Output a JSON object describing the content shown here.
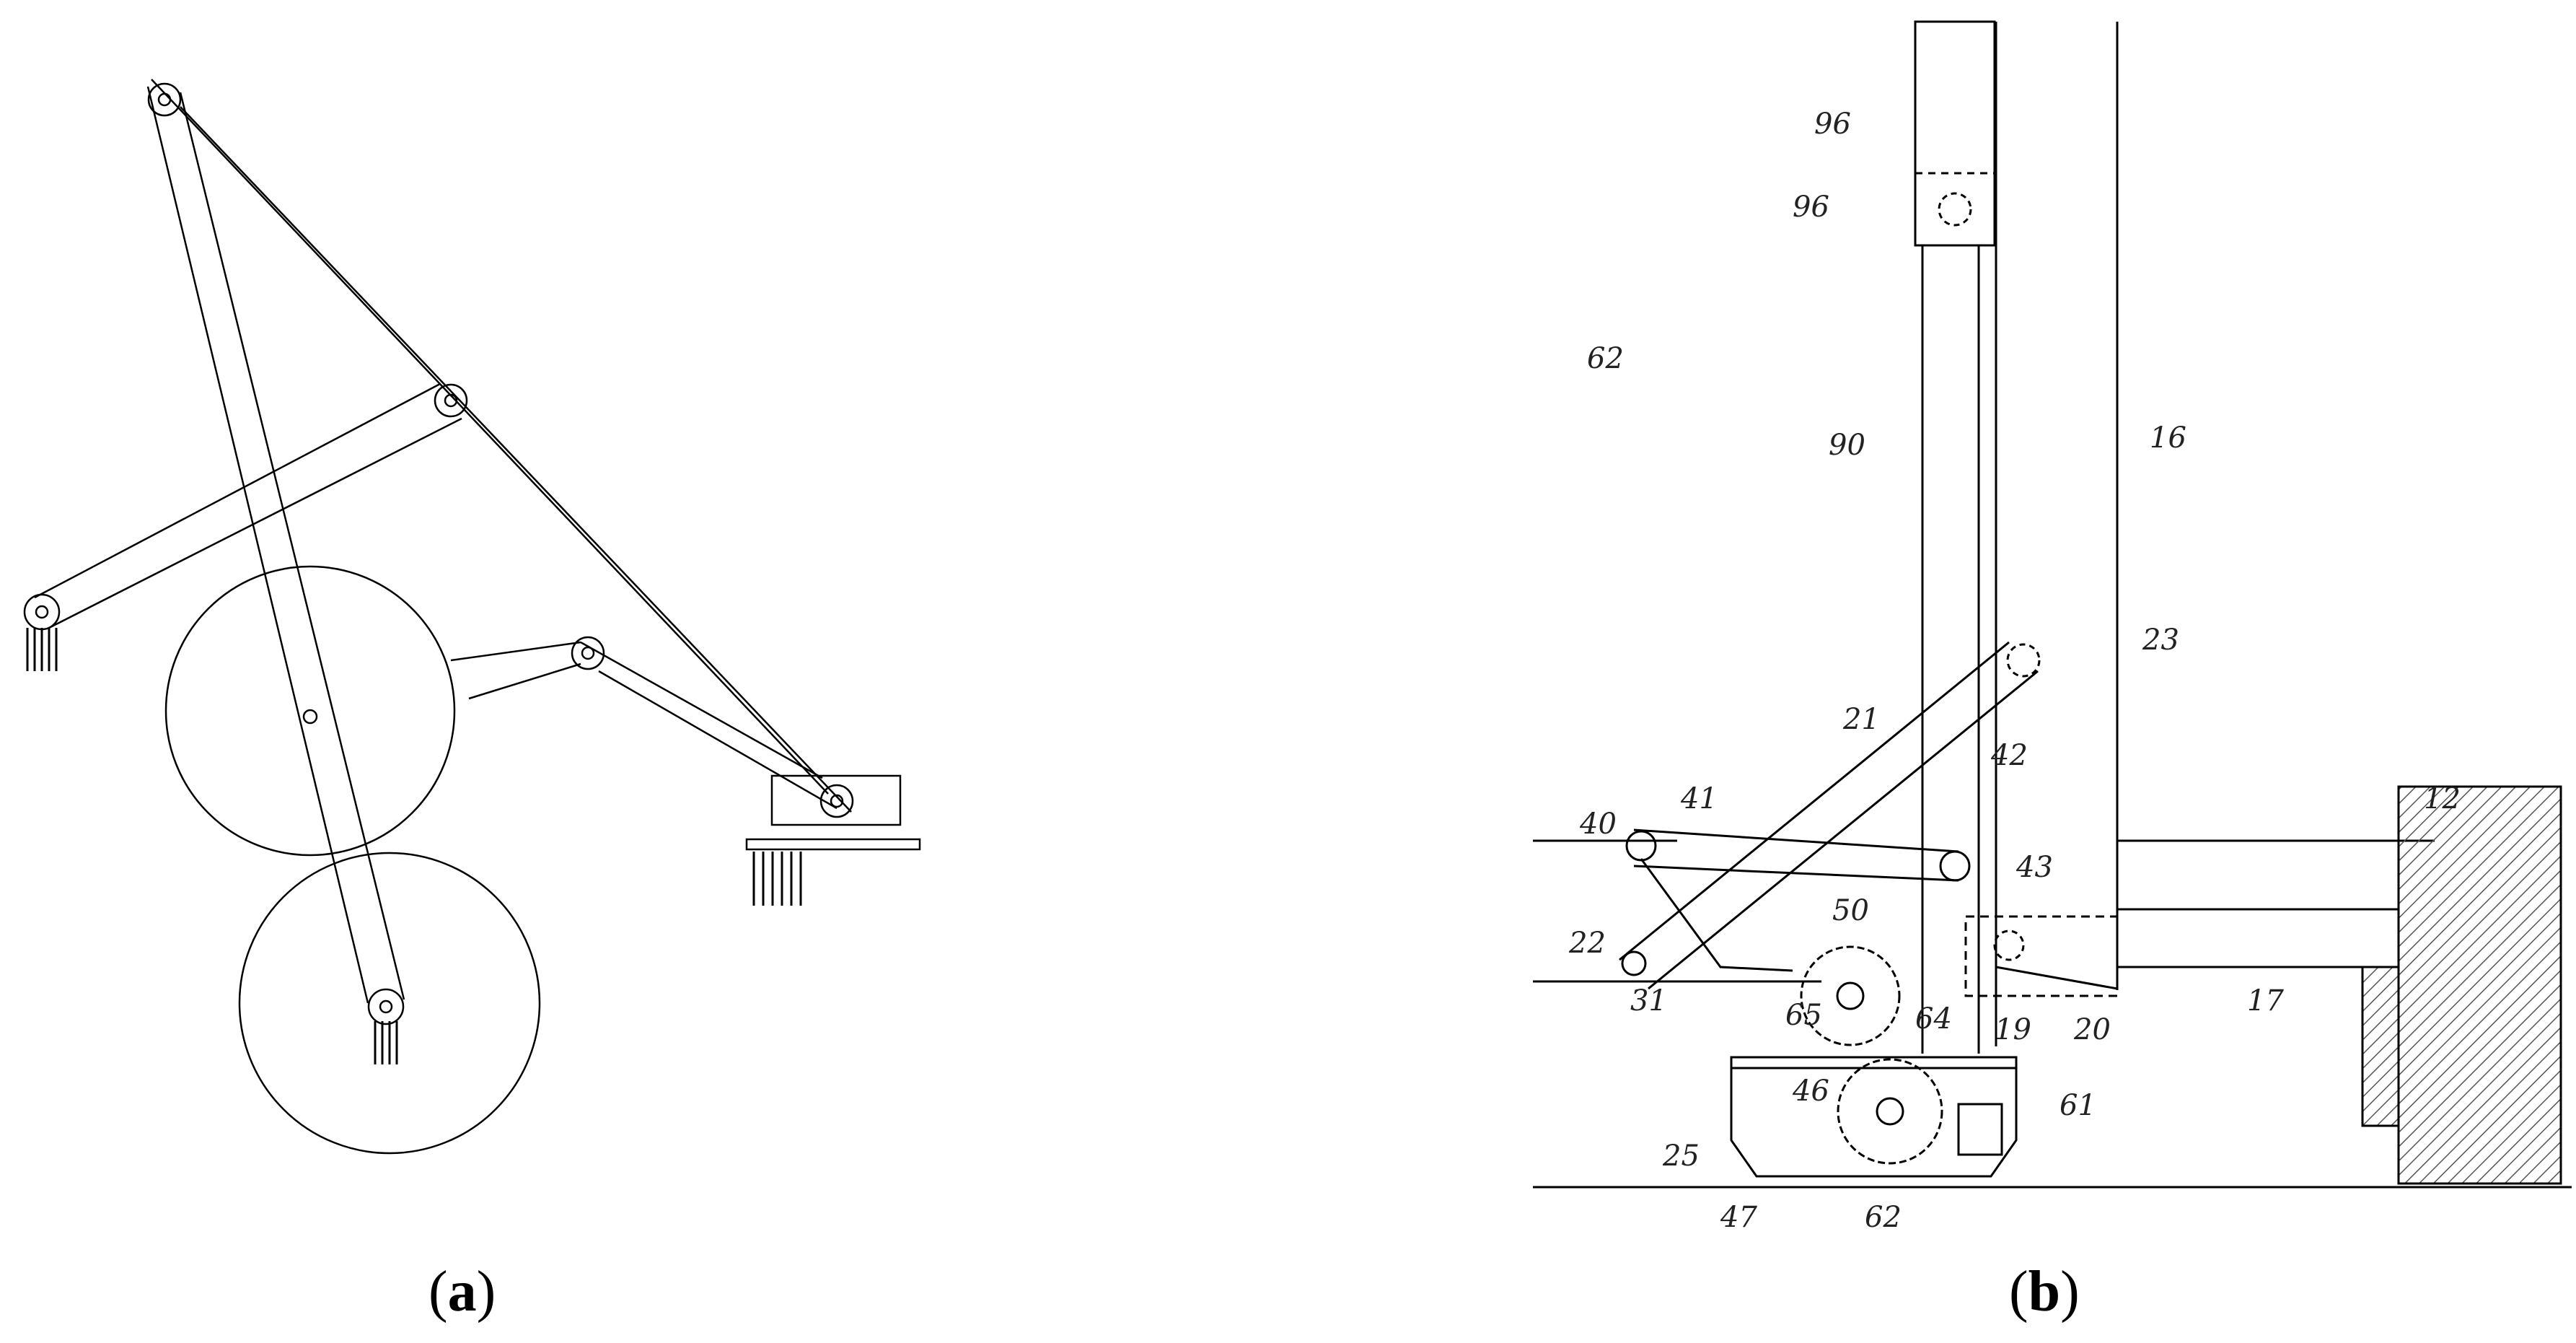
{
  "captions": {
    "a": {
      "open": "(",
      "letter": "a",
      "close": ")"
    },
    "b": {
      "open": "(",
      "letter": "b",
      "close": ")"
    }
  },
  "panel_b_labels": {
    "l96a": "96",
    "l96b": "96",
    "l62a": "62",
    "l90": "90",
    "l16": "16",
    "l23": "23",
    "l21": "21",
    "l40": "40",
    "l41": "41",
    "l42": "42",
    "l43": "43",
    "l12": "12",
    "l22": "22",
    "l50": "50",
    "l31": "31",
    "l65": "65",
    "l64": "64",
    "l19": "19",
    "l20": "20",
    "l17": "17",
    "l46": "46",
    "l61": "61",
    "l25": "25",
    "l47": "47",
    "l62b": "62"
  },
  "colors": {
    "line": "#000000",
    "hatch": "#555555"
  }
}
